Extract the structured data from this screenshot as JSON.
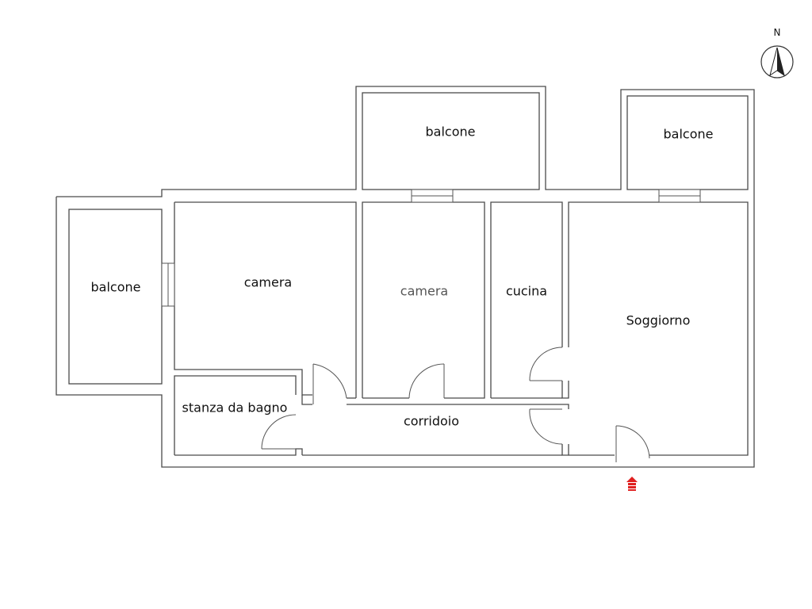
{
  "rooms": {
    "balcone_north_center": "balcone",
    "balcone_north_right": "balcone",
    "balcone_west": "balcone",
    "camera_1": "camera",
    "camera_2": "camera",
    "cucina": "cucina",
    "soggiorno": "Soggiorno",
    "bagno": "stanza da bagno",
    "corridoio": "corridoio"
  },
  "compass": {
    "label": "N"
  },
  "entrance": {
    "color": "#e02020"
  }
}
